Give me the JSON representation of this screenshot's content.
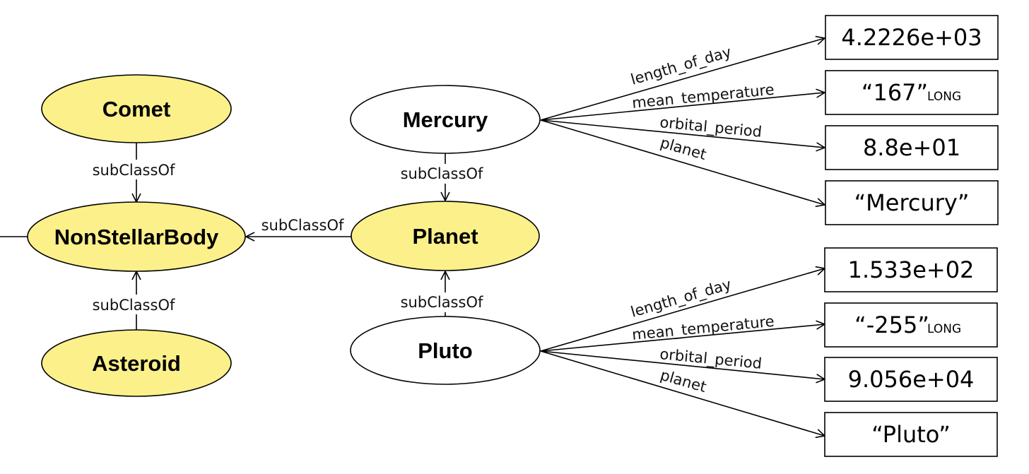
{
  "classes": {
    "comet": "Comet",
    "non_stellar_body": "NonStellarBody",
    "asteroid": "Asteroid",
    "planet": "Planet"
  },
  "colors": {
    "class_fill": "#fbf08a",
    "instance_fill": "#ffffff",
    "stroke": "#000000"
  },
  "instances": {
    "mercury": "Mercury",
    "pluto": "Pluto"
  },
  "relations": {
    "subclass_of": "subClassOf"
  },
  "mercury_props": {
    "length_of_day": "length_of_day",
    "mean_temperature": "mean_temperature",
    "orbital_period": "orbital_period",
    "planet": "planet"
  },
  "mercury_values": {
    "length_of_day": "4.2226e+03",
    "mean_temperature": "“167”",
    "mean_temperature_type": "LONG",
    "orbital_period": "8.8e+01",
    "planet": "“Mercury”"
  },
  "pluto_props": {
    "length_of_day": "length_of_day",
    "mean_temperature": "mean_temperature",
    "orbital_period": "orbital_period",
    "planet": "planet"
  },
  "pluto_values": {
    "length_of_day": "1.533e+02",
    "mean_temperature": "“-255”",
    "mean_temperature_type": "LONG",
    "orbital_period": "9.056e+04",
    "planet": "“Pluto”"
  }
}
